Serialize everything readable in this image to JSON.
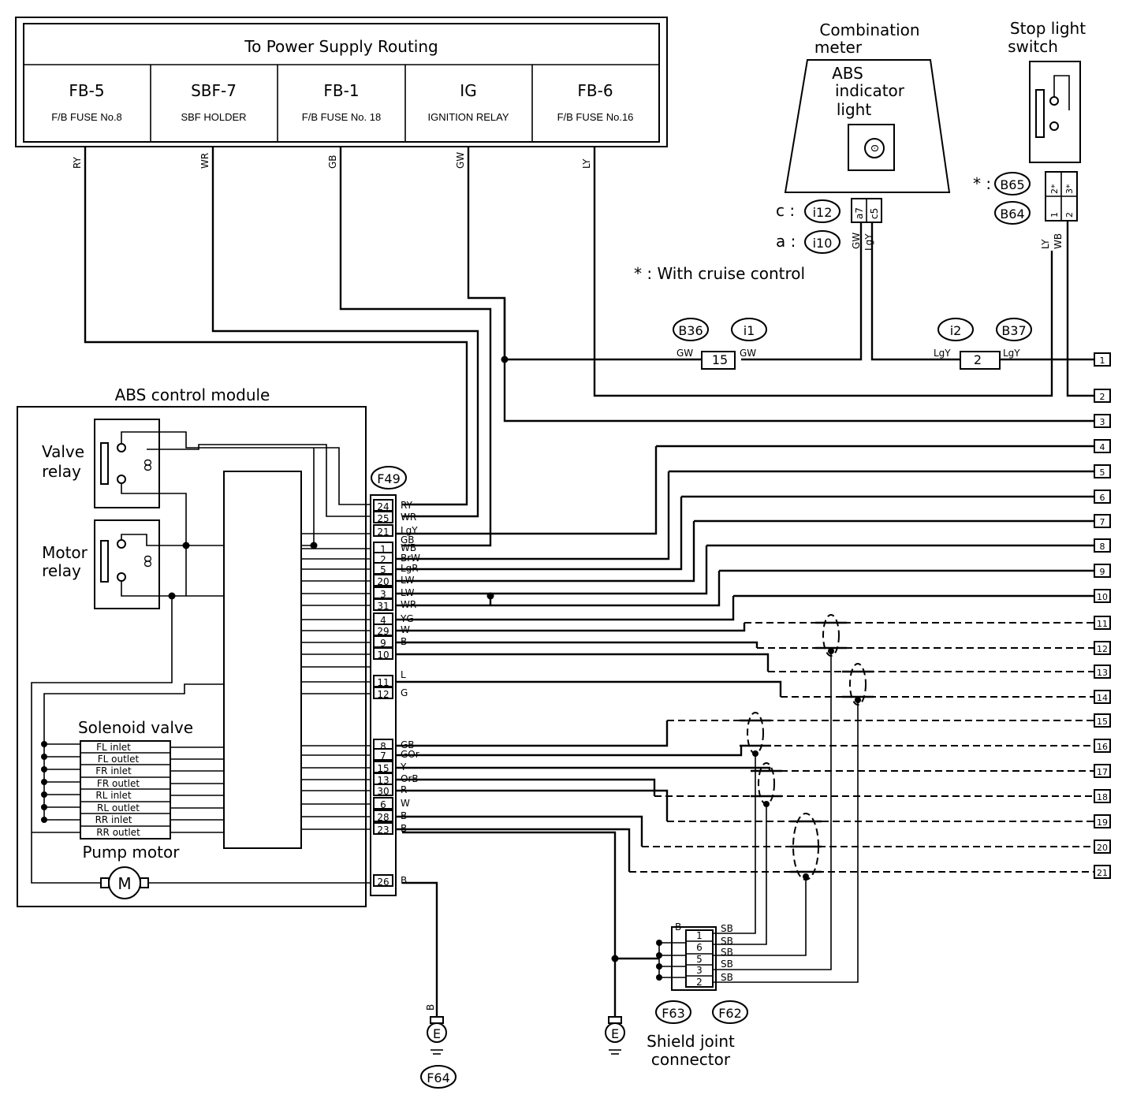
{
  "power": {
    "title": "To Power Supply Routing",
    "cells": [
      {
        "code": "FB-5",
        "desc": "F/B FUSE No.8",
        "wire": "RY"
      },
      {
        "code": "SBF-7",
        "desc": "SBF HOLDER",
        "wire": "WR"
      },
      {
        "code": "FB-1",
        "desc": "F/B FUSE No. 18",
        "wire": "GB"
      },
      {
        "code": "IG",
        "desc": "IGNITION RELAY",
        "wire": "GW"
      },
      {
        "code": "FB-6",
        "desc": "F/B FUSE No.16",
        "wire": "LY"
      }
    ]
  },
  "meter": {
    "title1": "Combination",
    "title2": "meter",
    "lamp1": "ABS",
    "lamp2": "indicator",
    "lamp3": "light",
    "pins": [
      "a7",
      "c5"
    ],
    "conn_c": "c :",
    "conn_c_id": "i12",
    "conn_a": "a :",
    "conn_a_id": "i10",
    "wire_gw": "GW",
    "wire_lgy": "LgY"
  },
  "stop": {
    "title1": "Stop light",
    "title2": "switch",
    "star": "* :",
    "conn1": "B65",
    "conn2": "B64",
    "pins_top": [
      "2*",
      "3*"
    ],
    "pins_bot": [
      "1",
      "2"
    ],
    "wire1": "LY",
    "wire2": "WB"
  },
  "cruise_note": "* : With cruise control",
  "joints": {
    "b36": "B36",
    "i1": "i1",
    "j15": "15",
    "gw_left": "GW",
    "gw_right": "GW",
    "i2": "i2",
    "b37": "B37",
    "j2": "2",
    "lgy_left": "LgY",
    "lgy_right": "LgY"
  },
  "abs": {
    "title": "ABS control module",
    "valve1": "Valve",
    "valve2": "relay",
    "motor1": "Motor",
    "motor2": "relay",
    "solenoid": "Solenoid valve",
    "valves": [
      "FL inlet",
      "FL outlet",
      "FR inlet",
      "FR outlet",
      "RL inlet",
      "RL outlet",
      "RR inlet",
      "RR outlet"
    ],
    "pump": "Pump motor",
    "connector": "F49",
    "motor_symbol": "M"
  },
  "pins": [
    {
      "pin": "24",
      "wire": "RY"
    },
    {
      "pin": "25",
      "wire": "WR"
    },
    {
      "pin": "21",
      "wire": "LgY"
    },
    {
      "pin": "",
      "wire": "GB"
    },
    {
      "pin": "1",
      "wire": "WB"
    },
    {
      "pin": "2",
      "wire": "BrW"
    },
    {
      "pin": "5",
      "wire": "LgR"
    },
    {
      "pin": "20",
      "wire": "LW"
    },
    {
      "pin": "3",
      "wire": "LW"
    },
    {
      "pin": "31",
      "wire": "WR"
    },
    {
      "pin": "4",
      "wire": "YG"
    },
    {
      "pin": "29",
      "wire": "W"
    },
    {
      "pin": "9",
      "wire": "B"
    },
    {
      "pin": "10",
      "wire": ""
    },
    {
      "pin": "",
      "wire": "L"
    },
    {
      "pin": "11",
      "wire": ""
    },
    {
      "pin": "12",
      "wire": "G"
    },
    {
      "pin": "8",
      "wire": "GB"
    },
    {
      "pin": "7",
      "wire": "GOr"
    },
    {
      "pin": "15",
      "wire": "Y"
    },
    {
      "pin": "13",
      "wire": "OrB"
    },
    {
      "pin": "30",
      "wire": "R"
    },
    {
      "pin": "6",
      "wire": "W"
    },
    {
      "pin": "28",
      "wire": "B"
    },
    {
      "pin": "23",
      "wire": "B"
    },
    {
      "pin": "26",
      "wire": "B"
    }
  ],
  "terminals": [
    "1",
    "2",
    "3",
    "4",
    "5",
    "6",
    "7",
    "8",
    "9",
    "10",
    "11",
    "12",
    "13",
    "14",
    "15",
    "16",
    "17",
    "18",
    "19",
    "20",
    "21"
  ],
  "shield": {
    "label1": "Shield joint",
    "label2": "connector",
    "conn1": "F63",
    "conn2": "F62",
    "pins": [
      "1",
      "6",
      "5",
      "3",
      "2"
    ],
    "left_wire": "B",
    "right_wire": "SB"
  },
  "ground": {
    "symbol": "E",
    "wire": "B",
    "conn": "F64"
  }
}
